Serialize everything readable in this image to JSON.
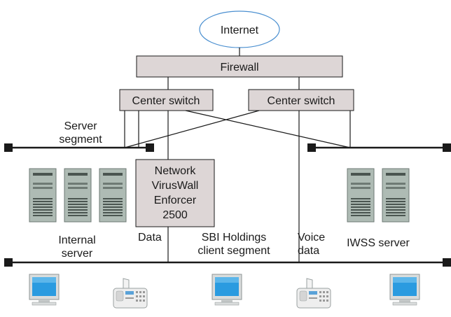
{
  "colors": {
    "box_fill": "#ddd6d6",
    "line": "#1a1a1a",
    "cloud_stroke": "#4a8fd0",
    "server_fill": "#aebbb4",
    "monitor_blue": "#2a9be0",
    "monitor_frame": "#d9dcdc"
  },
  "nodes": {
    "internet": "Internet",
    "firewall": "Firewall",
    "center_switch_left": "Center switch",
    "center_switch_right": "Center switch",
    "enforcer": [
      "Network",
      "VirusWall",
      "Enforcer",
      "2500"
    ]
  },
  "labels": {
    "server_segment": [
      "Server",
      "segment"
    ],
    "internal_server": [
      "Internal",
      "server"
    ],
    "data": "Data",
    "client_segment": [
      "SBI Holdings",
      "client segment"
    ],
    "voice_data": [
      "Voice",
      "data"
    ],
    "iwss_server": "IWSS server"
  },
  "icons": {
    "server": "server-tower-icon",
    "pc": "desktop-pc-icon",
    "fax": "fax-machine-icon"
  }
}
